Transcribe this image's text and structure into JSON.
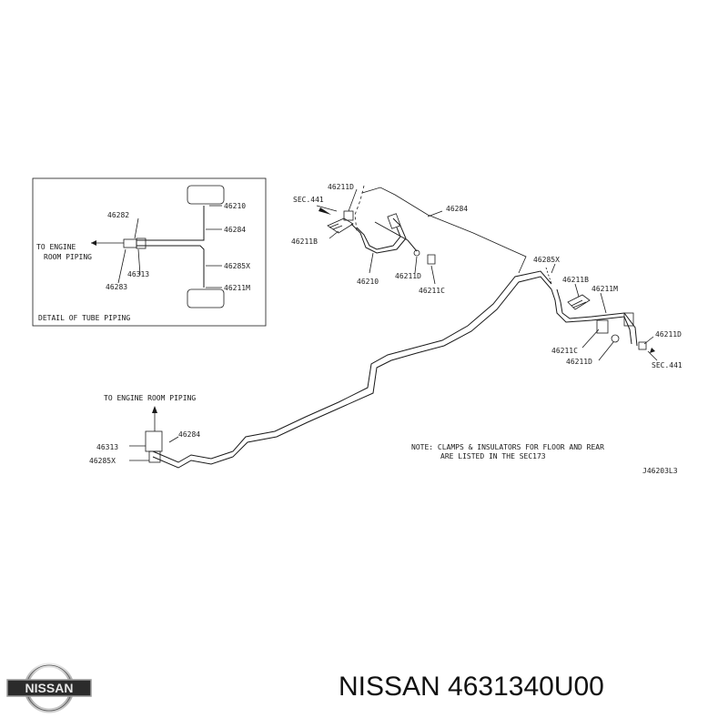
{
  "detail_box": {
    "title": "DETAIL OF TUBE PIPING",
    "engine_line1": "TO ENGINE",
    "engine_line2": "ROOM PIPING",
    "parts": {
      "p46210": "46210",
      "p46284": "46284",
      "p46282": "46282",
      "p46285X": "46285X",
      "p46313": "46313",
      "p46283": "46283",
      "p46211M": "46211M"
    }
  },
  "main": {
    "sec441_top": "SEC.441",
    "p46211D_top": "46211D",
    "p46284_top": "46284",
    "p46211B_left": "46211B",
    "p46210": "46210",
    "p46211D_mid": "46211D",
    "p46211C_mid": "46211C",
    "p46285X_right": "46285X",
    "p46211B_right": "46211B",
    "p46211M": "46211M",
    "p46211D_right": "46211D",
    "p46211C_low": "46211C",
    "p46211D_low": "46211D",
    "sec441_right": "SEC.441",
    "engine_piping": "TO ENGINE ROOM PIPING",
    "p46313": "46313",
    "p46284_low": "46284",
    "p46285X_low": "46285X",
    "note_line1": "NOTE: CLAMPS & INSULATORS FOR FLOOR AND REAR",
    "note_line2": "ARE LISTED IN THE SEC173",
    "drawing_code": "J46203L3"
  },
  "footer": {
    "logo_text": "NISSAN",
    "caption": "NISSAN 4631340U00"
  }
}
